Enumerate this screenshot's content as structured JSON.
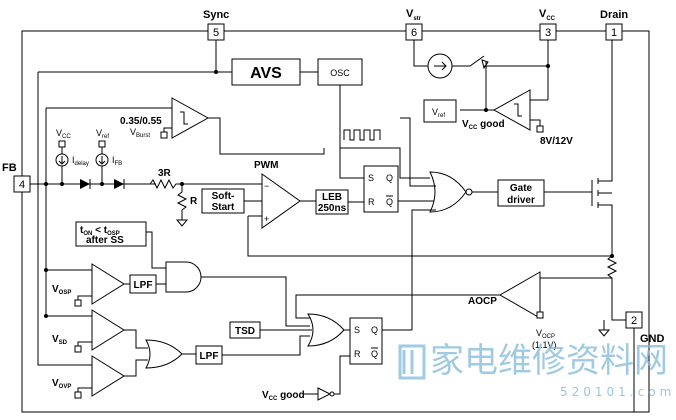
{
  "pins": {
    "sync": {
      "label": "Sync",
      "number": "5"
    },
    "vstr": {
      "label": "V",
      "sub": "str",
      "number": "6"
    },
    "vcc": {
      "label": "V",
      "sub": "CC",
      "number": "3"
    },
    "drain": {
      "label": "Drain",
      "number": "1"
    },
    "fb": {
      "label": "FB",
      "number": "4"
    },
    "gnd": {
      "label": "GND",
      "number": "2"
    }
  },
  "blocks": {
    "avs": "AVS",
    "osc": "OSC",
    "pwm": "PWM",
    "soft_start_1": "Soft-",
    "soft_start_2": "Start",
    "leb_1": "LEB",
    "leb_2": "250ns",
    "gate_1": "Gate",
    "gate_2": "driver",
    "lpf_top": "LPF",
    "lpf_bottom": "LPF",
    "tsd": "TSD",
    "aocp": "AOCP"
  },
  "labels": {
    "burst_thresh": "0.35/0.55",
    "vburst": "V",
    "vburst_sub": "Burst",
    "vcc_left": "V",
    "vcc_left_sub": "CC",
    "vref_left": "V",
    "vref_left_sub": "ref",
    "idelay": "I",
    "idelay_sub": "delay",
    "ifb": "I",
    "ifb_sub": "FB",
    "r3": "3R",
    "r": "R",
    "vref_box": "V",
    "vref_box_sub": "ref",
    "vcc_good_top": "V",
    "vcc_good_top_sub": "CC",
    "vcc_good_top_rest": " good",
    "uvlo": "8V/12V",
    "ton_1": "t",
    "ton_1_sub": "ON",
    "ton_2": " < t",
    "ton_2_sub": "OSP",
    "after_ss": "after SS",
    "vosp": "V",
    "vosp_sub": "OSP",
    "vsd": "V",
    "vsd_sub": "SD",
    "vovp": "V",
    "vovp_sub": "OVP",
    "vocp": "V",
    "vocp_sub": "OCP",
    "vocp_val": "(1.1V)",
    "vcc_good_bot": "V",
    "vcc_good_bot_sub": "CC",
    "vcc_good_bot_rest": " good",
    "ff_s": "S",
    "ff_r": "R",
    "ff_q": "Q",
    "ff_qb": "Q",
    "ff2_s": "S",
    "ff2_r": "R",
    "ff2_q": "Q",
    "ff2_qb": "Q",
    "plus": "+",
    "minus": "−"
  },
  "watermark": {
    "chinese": "家电维修资料网",
    "url": "520101.com"
  },
  "colors": {
    "line": "#000000",
    "watermark": "#7fb9d9"
  }
}
